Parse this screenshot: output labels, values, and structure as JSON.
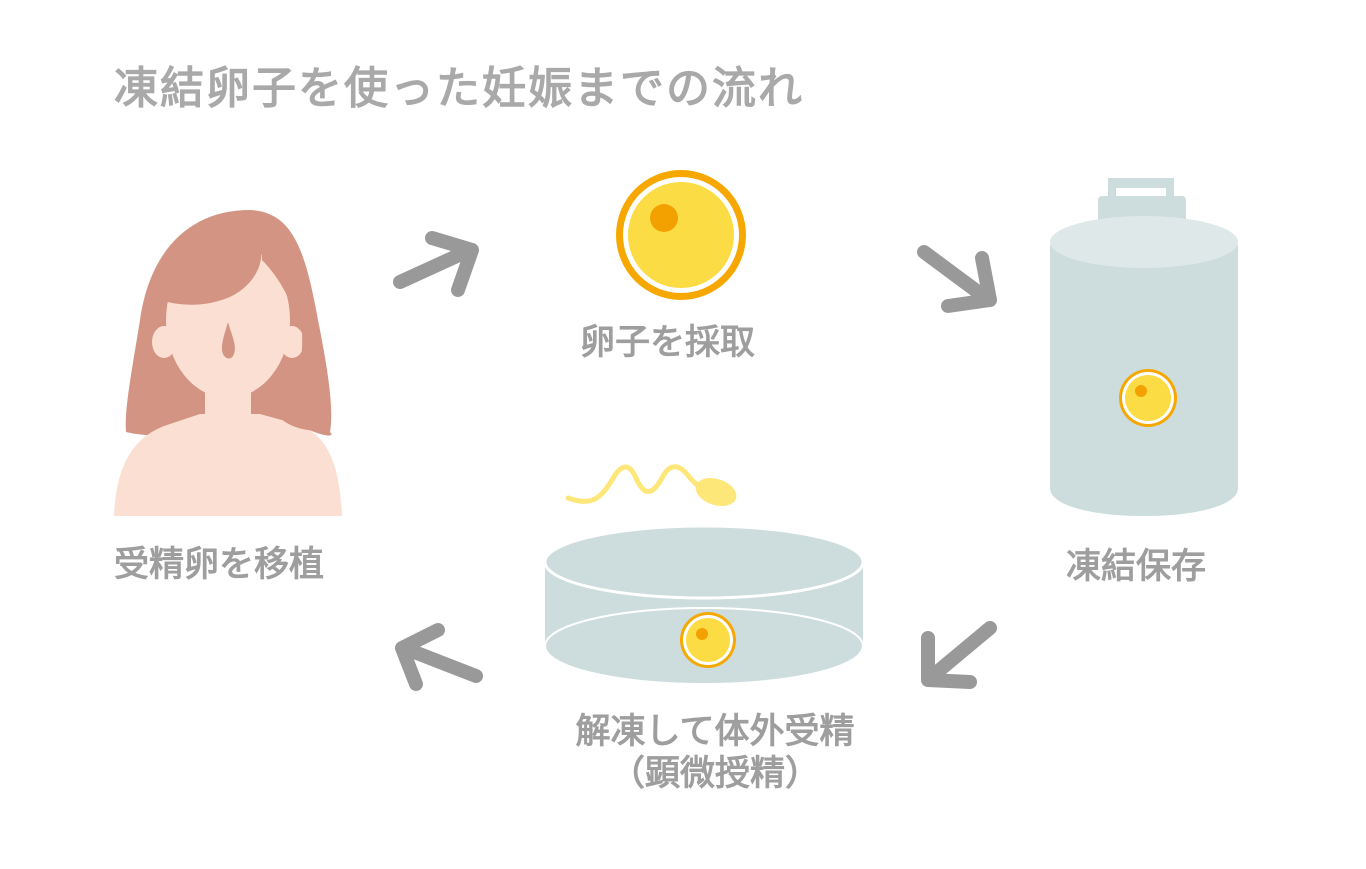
{
  "title": "凍結卵子を使った妊娠までの流れ",
  "steps": {
    "egg_retrieval": "卵子を採取",
    "cryopreservation": "凍結保存",
    "thaw_fertilize_line1": "解凍して体外受精",
    "thaw_fertilize_line2": "（顕微授精）",
    "embryo_transfer": "受精卵を移植"
  },
  "icons": {
    "woman": "woman-icon",
    "egg": "egg-icon",
    "tank": "cryo-tank-icon",
    "dish": "culture-dish-icon",
    "sperm": "sperm-icon",
    "arrow": "arrow-icon"
  },
  "colors": {
    "text": "#9e9e9e",
    "title": "#a9a9a9",
    "arrow": "#999999",
    "hair": "#d49483",
    "skin": "#fbdfd2",
    "egg_fill": "#fcdc45",
    "egg_ring": "#f6a800",
    "egg_nucleus": "#f2a100",
    "tank": "#cddcdd",
    "tank_top": "#dfe8e9",
    "sperm": "#fde779"
  }
}
